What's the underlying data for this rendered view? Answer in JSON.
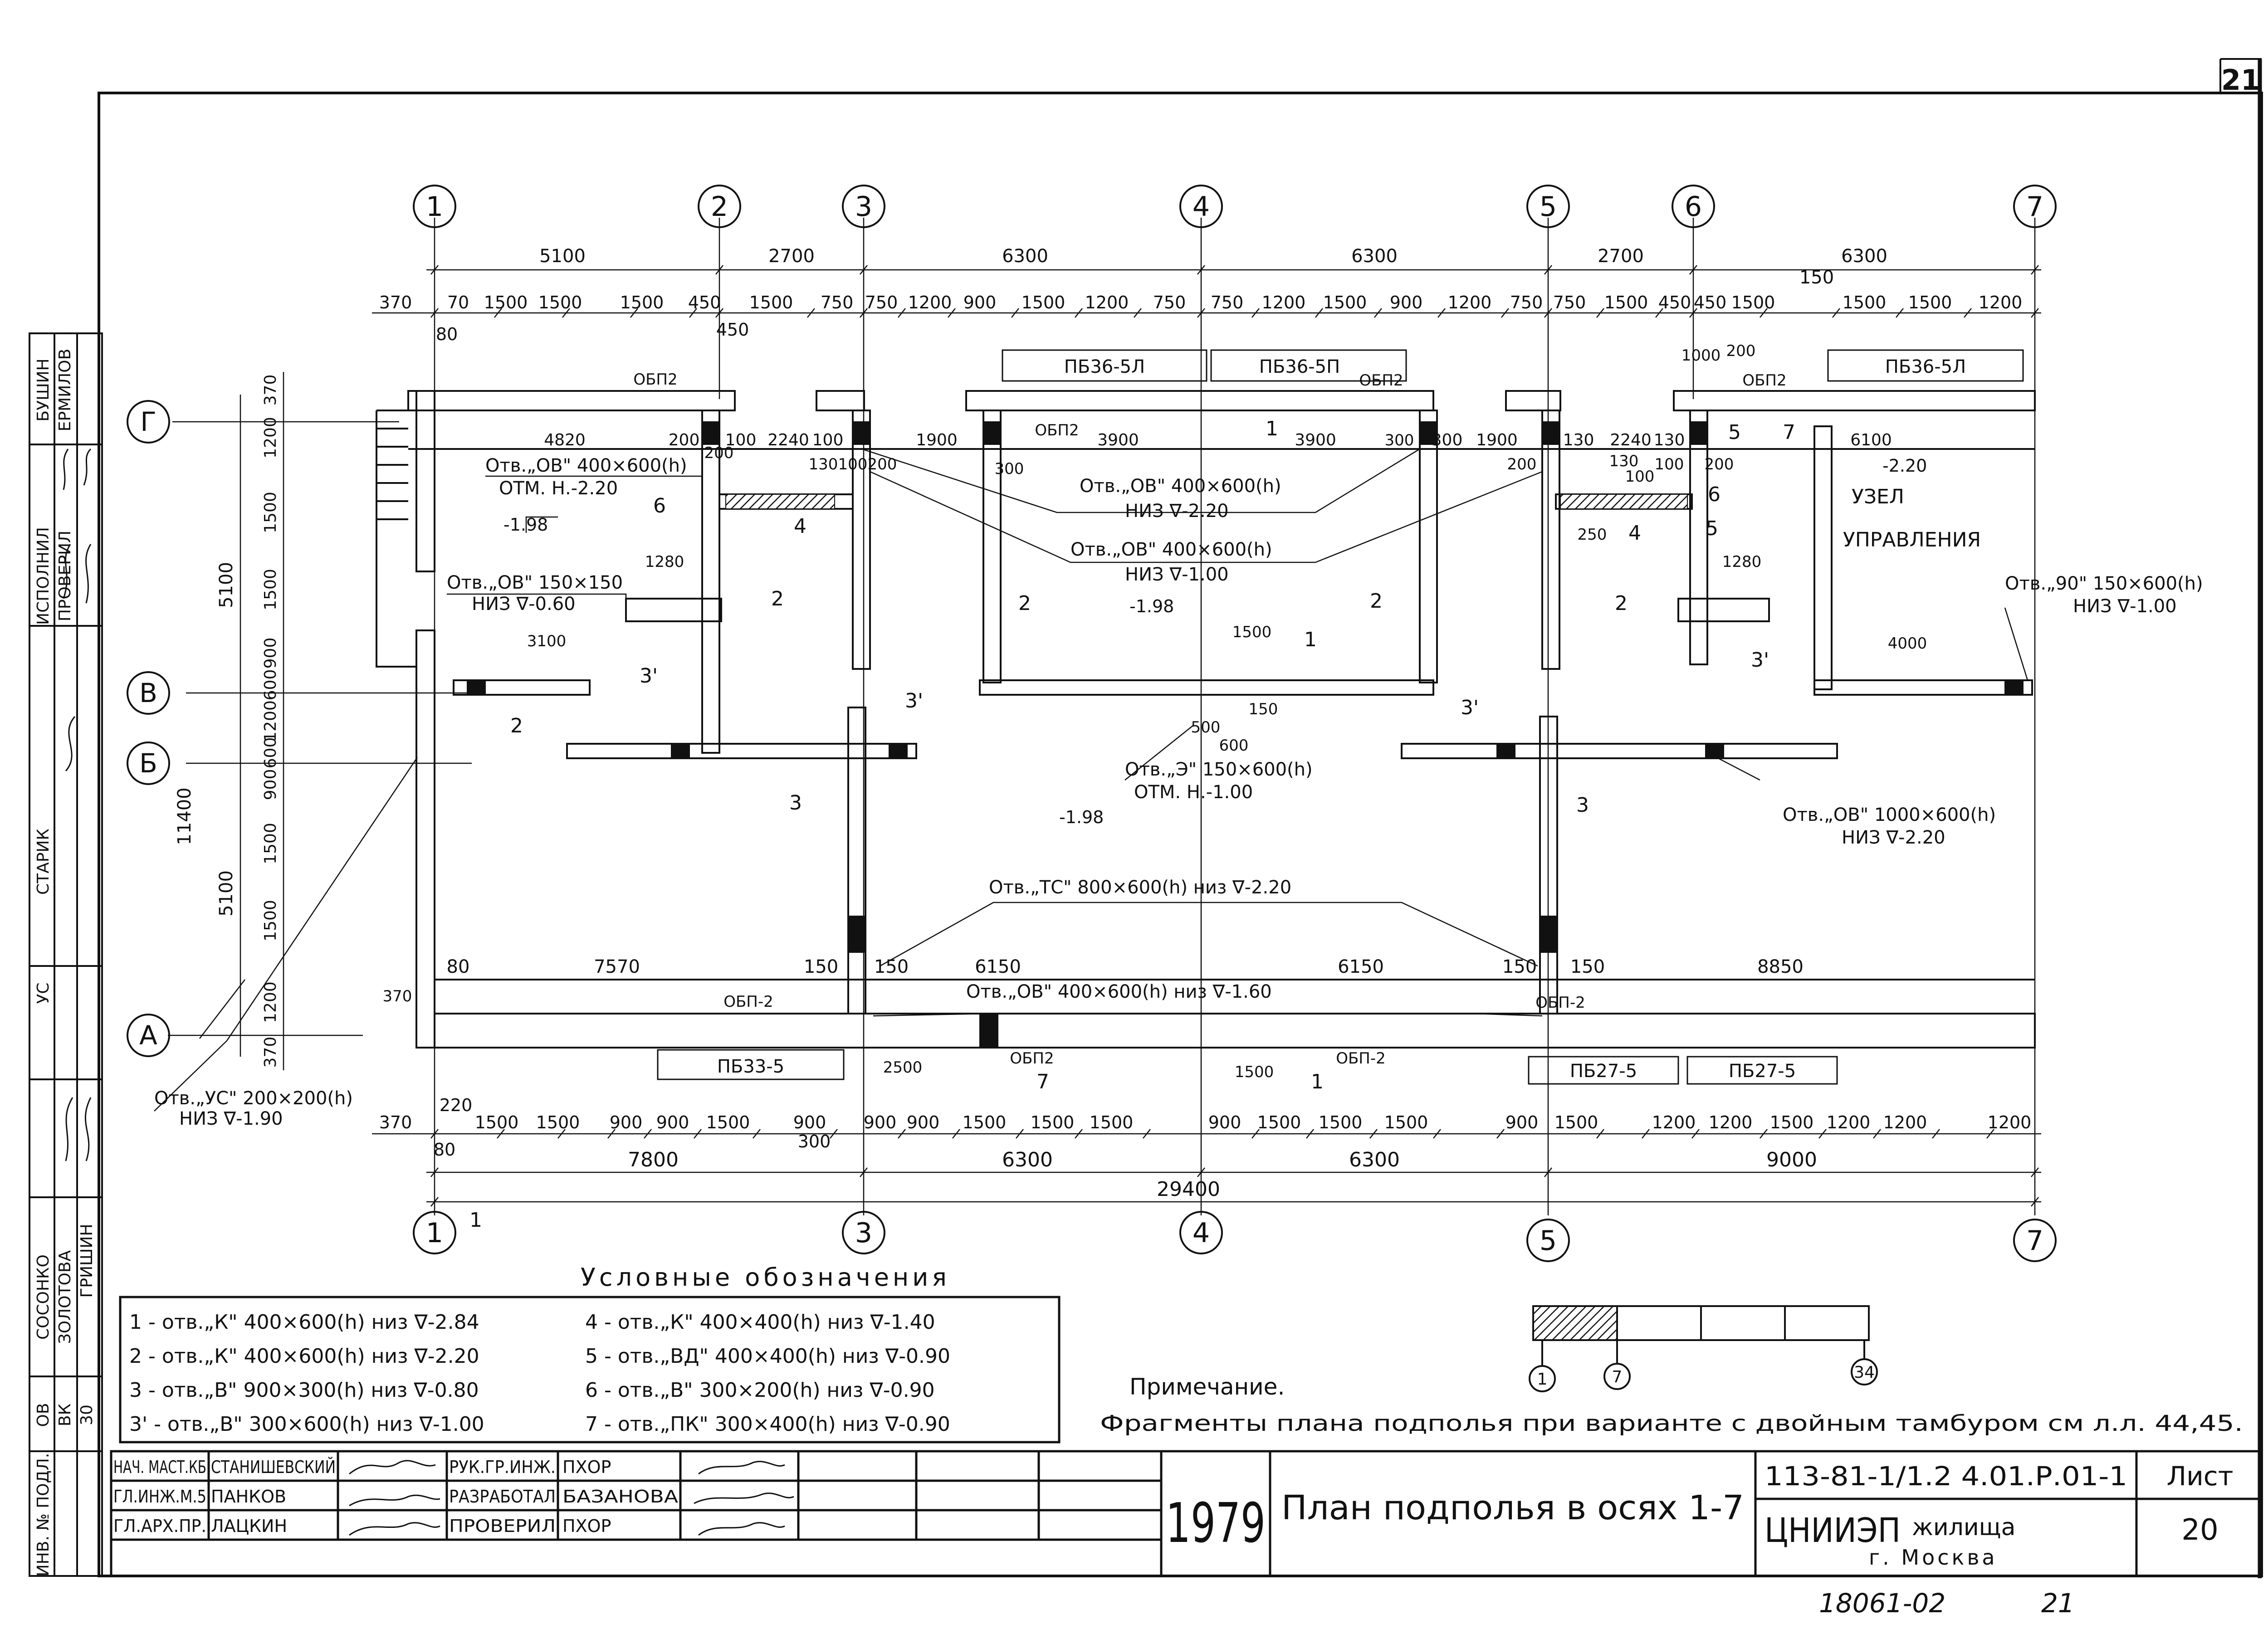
{
  "sheet_number": "21",
  "axes": {
    "top": [
      "1",
      "2",
      "3",
      "4",
      "5",
      "6",
      "7"
    ],
    "bottom": [
      "1",
      "3",
      "4",
      "5",
      "7"
    ],
    "rows": [
      "Г",
      "В",
      "Б",
      "А"
    ]
  },
  "dims": {
    "top_spans": [
      "5100",
      "2700",
      "6300",
      "6300",
      "2700",
      "6300"
    ],
    "top_extra": "150",
    "top_row": [
      "370",
      "70",
      "1500",
      "1500",
      "1500",
      "450",
      "1500",
      "750",
      "750",
      "1200",
      "900",
      "1500",
      "1200",
      "750",
      "750",
      "1200",
      "1500",
      "900",
      "1200",
      "750",
      "750",
      "1500",
      "450",
      "450",
      "1500",
      "1500",
      "1500",
      "1200"
    ],
    "top_sub": [
      "80",
      "450"
    ],
    "left_outer": [
      "5100",
      "11400",
      "5100"
    ],
    "left_inner": [
      "370",
      "1200",
      "1500",
      "1500",
      "900",
      "600",
      "1200",
      "600",
      "900",
      "1500",
      "1500",
      "1200",
      "370"
    ],
    "bot_row": [
      "370",
      "220",
      "1500",
      "1500",
      "900",
      "900",
      "1500",
      "900",
      "900",
      "900",
      "1500",
      "1500",
      "1500",
      "900",
      "1500",
      "1500",
      "1500",
      "900",
      "1500",
      "1200",
      "1200",
      "1500",
      "1200",
      "1200",
      "1200"
    ],
    "bot_sub": [
      "80",
      "300"
    ],
    "bot_spans": [
      "7800",
      "6300",
      "6300",
      "9000"
    ],
    "bot_total": "29400",
    "row_a": [
      "80",
      "7570",
      "150",
      "150",
      "6150",
      "6150",
      "150",
      "150",
      "8850"
    ],
    "row_g": [
      "4820",
      "200",
      "100",
      "2240",
      "100",
      "1900",
      "3900",
      "3900",
      "300",
      "1900",
      "130",
      "2240",
      "130",
      "6100"
    ],
    "misc": [
      "200",
      "300",
      "130",
      "200",
      "130",
      "300",
      "200",
      "200",
      "100",
      "1280",
      "3100",
      "1500",
      "4000",
      "1280",
      "1500",
      "2500",
      "500",
      "150",
      "600",
      "250",
      "100",
      "100",
      "1000",
      "200",
      "370"
    ]
  },
  "labels": {
    "panels": [
      "ПБ36-5Л",
      "ПБ36-5П",
      "ПБ36-5Л",
      "ПБ33-5",
      "ПБ27-5",
      "ПБ27-5"
    ],
    "obp": [
      "ОБП2",
      "ОБП2",
      "ОБП2",
      "ОБП-2",
      "ОБП-2",
      "ОБП2",
      "ОБП-2",
      "ОБП2"
    ],
    "openings": [
      "Отв.„ОВ\" 400×600(h)",
      "ОТМ. Н.-2.20",
      "Отв.„ОВ\" 400×600(h)",
      "НИЗ ∇-2.20",
      "Отв.„ОВ\" 400×600(h)",
      "НИЗ ∇-1.00",
      "Отв.„ОВ\" 150×150",
      "НИЗ ∇-0.60",
      "Отв.„Э\" 150×600(h)",
      "ОТМ. Н.-1.00",
      "Отв.„ТС\" 800×600(h) низ ∇-2.20",
      "Отв.„ОВ\" 400×600(h) низ ∇-1.60",
      "Отв.„90\" 150×600(h)",
      "НИЗ ∇-1.00",
      "Отв.„ОВ\" 1000×600(h)",
      "НИЗ ∇-2.20",
      "Отв.„УС\" 200×200(h)",
      "НИЗ ∇-1.90"
    ],
    "elev": [
      "-1.98",
      "-1.98",
      "-1.98",
      "-2.20"
    ],
    "room": [
      "УЗЕЛ",
      "УПРАВЛЕНИЯ"
    ],
    "marks": [
      "1",
      "2",
      "2",
      "2",
      "2",
      "2",
      "3",
      "3",
      "3'",
      "3'",
      "3'",
      "3'",
      "4",
      "4",
      "5",
      "5",
      "6",
      "6",
      "7",
      "7",
      "1",
      "1",
      "1"
    ]
  },
  "legend": {
    "title": "Условные обозначения",
    "left": [
      "1 - отв.„К\" 400×600(h) низ ∇-2.84",
      "2 - отв.„К\" 400×600(h) низ ∇-2.20",
      "3 - отв.„В\" 900×300(h) низ ∇-0.80",
      "3' - отв.„В\" 300×600(h) низ ∇-1.00"
    ],
    "right": [
      "4 - отв.„К\" 400×400(h) низ ∇-1.40",
      "5 - отв.„ВД\" 400×400(h) низ ∇-0.90",
      "6 - отв.„В\" 300×200(h) низ ∇-0.90",
      "7 - отв.„ПК\" 300×400(h) низ ∇-0.90"
    ]
  },
  "scale_marks": [
    "1",
    "7",
    "34"
  ],
  "note": {
    "title": "Примечание.",
    "text": "Фрагменты плана подполья при варианте с двойным тамбуром см л.л. 44,45."
  },
  "side_stamp": {
    "upper": [
      "БУШИН",
      "ЕРМИЛОВ",
      "ИСПОЛНИЛ",
      "ПРОВЕРИЛ"
    ],
    "middle": [
      "СТАРИК",
      "УС"
    ],
    "lower": [
      "СОСОНКО",
      "ЗОЛОТОВА",
      "ГРИШИН",
      "ОВ",
      "ВК",
      "30"
    ],
    "bottom": "ИНВ. № ПОДЛ."
  },
  "title_block": {
    "rows": [
      [
        "НАЧ. МАСТ.КБ",
        "СТАНИШЕВСКИЙ",
        "РУК.ГР.ИНЖ.",
        "ПХОР"
      ],
      [
        "ГЛ.ИНЖ.М.5",
        "ПАНКОВ",
        "РАЗРАБОТАЛ",
        "БАЗАНОВА"
      ],
      [
        "ГЛ.АРХ.ПР.",
        "ЛАЦКИН",
        "ПРОВЕРИЛ",
        "ПХОР"
      ]
    ],
    "year": "1979",
    "title": "План подполья в осях 1-7",
    "code": "113-81-1/1.2 4.01.Р.01-1",
    "sheet_label": "Лист",
    "sheet_no": "20",
    "org": "ЦНИИЭП",
    "org2": "жилища",
    "city": "г. Москва"
  },
  "footer": [
    "18061-02",
    "21"
  ]
}
